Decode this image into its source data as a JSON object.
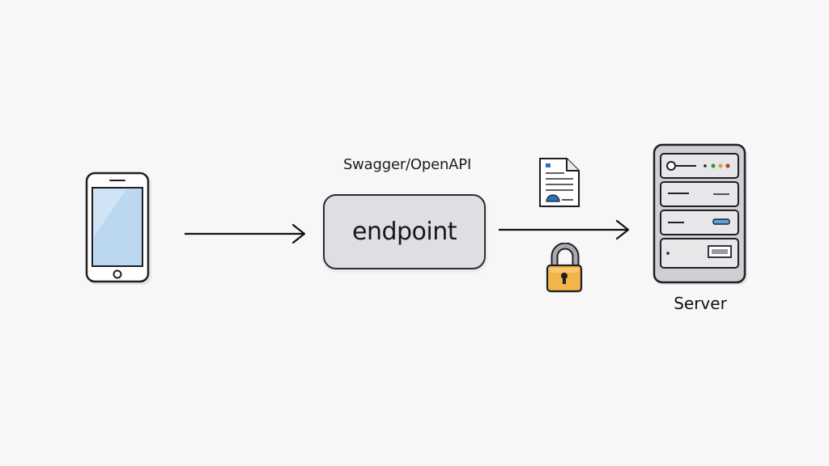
{
  "diagram": {
    "spec_label": "Swagger/OpenAPI",
    "endpoint_label": "endpoint",
    "server_label": "Server"
  },
  "icons": {
    "client": "smartphone-icon",
    "document": "document-icon",
    "security": "padlock-icon",
    "server": "server-tower-icon"
  },
  "colors": {
    "background": "#f7f7f8",
    "phone_screen": "#bcd8f0",
    "endpoint_fill": "#dedee3",
    "lock_body": "#f2b54a",
    "server_body": "#cfcfd4",
    "doc_accent": "#2f6fc0"
  }
}
